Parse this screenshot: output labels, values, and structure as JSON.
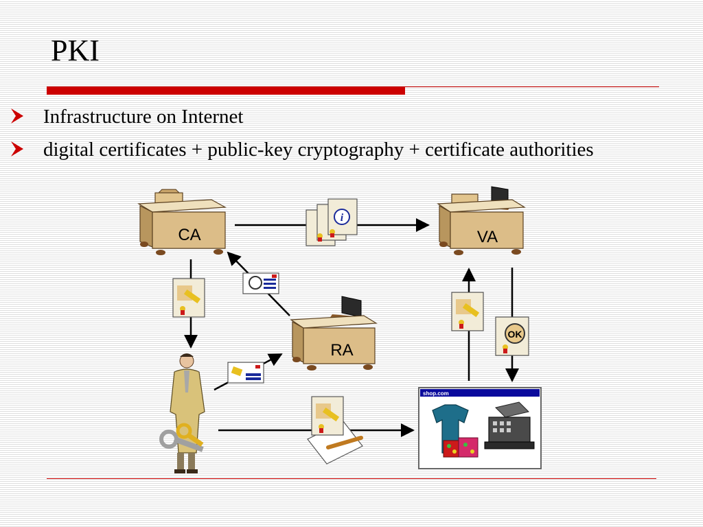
{
  "slide": {
    "title": "PKI",
    "bullets": [
      "Infrastructure on Internet",
      "digital certificates + public-key cryptography + certificate authorities"
    ]
  },
  "diagram": {
    "nodes": {
      "ca": "CA",
      "va": "VA",
      "ra": "RA",
      "browser_bar": "shop.com",
      "ok_badge": "OK"
    }
  },
  "colors": {
    "accent_red": "#cc0000",
    "desk": "#d9b98a",
    "desk_dark": "#8a6a42",
    "certificate": "#f2ecd8",
    "seal": "#e8c020",
    "arrow": "#000000",
    "window_bar": "#0a0a9c"
  }
}
